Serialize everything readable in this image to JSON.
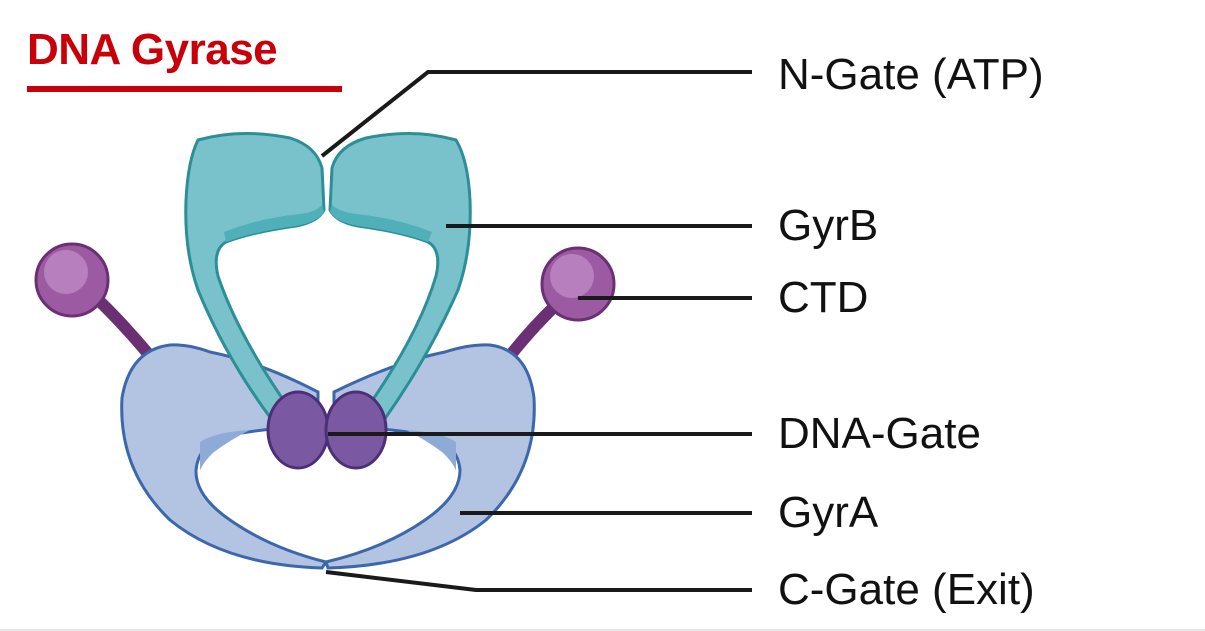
{
  "title": "DNA Gyrase",
  "colors": {
    "title": "#c8000a",
    "gyrB_fill": "#79c2cb",
    "gyrB_stroke": "#2c8f98",
    "gyrB_shade": "#4fb0ba",
    "gyrA_fill": "#b3c4e3",
    "gyrA_stroke": "#3c67aa",
    "gyrA_shade": "#8eaad6",
    "ctd_fill": "#9c5aa3",
    "ctd_stroke": "#6b2f73",
    "ctd_highlight": "#b87fbe",
    "dna_gate_fill": "#7b59a2",
    "dna_gate_stroke": "#4b2f77",
    "leader": "#1a1a1a"
  },
  "labels": {
    "n_gate": "N-Gate (ATP)",
    "gyrb": "GyrB",
    "ctd": "CTD",
    "dna_gate": "DNA-Gate",
    "gyra": "GyrA",
    "c_gate": "C-Gate (Exit)"
  }
}
